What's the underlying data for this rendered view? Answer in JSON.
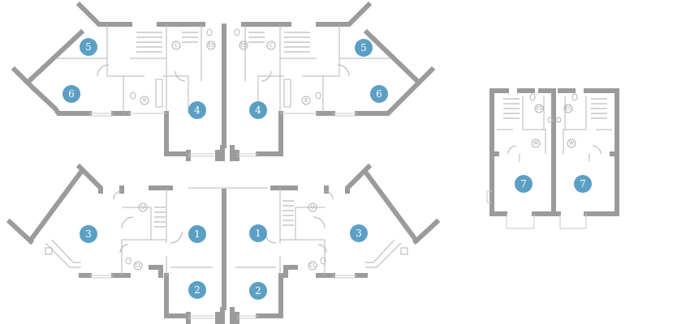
{
  "diagram": {
    "room_numbers": [
      "1",
      "2",
      "3",
      "4",
      "5",
      "6",
      "7"
    ],
    "fixture_codes": {
      "cupboard": "C",
      "ensuite": "ES",
      "bathroom": "B",
      "utility": "U",
      "cloakroom": "CL",
      "wardrobe": "W"
    }
  },
  "colors": {
    "wall": "#9b9b9b",
    "badge": "#5b9fc4",
    "badge_text": "#ffffff",
    "linework": "#b0b0b0"
  }
}
